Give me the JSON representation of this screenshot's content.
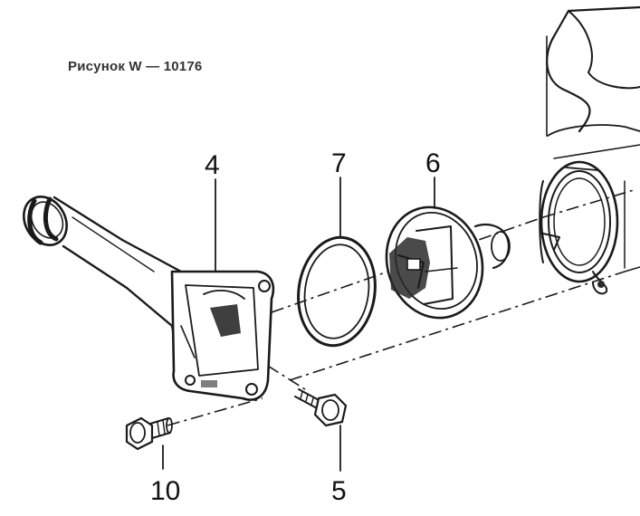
{
  "figure": {
    "title": "Рисунок W — 10176"
  },
  "callouts": {
    "part_4": "4",
    "part_7": "7",
    "part_6": "6",
    "part_10": "10",
    "part_5": "5"
  },
  "colors": {
    "ink": "#1a1a1a",
    "background": "#ffffff"
  }
}
